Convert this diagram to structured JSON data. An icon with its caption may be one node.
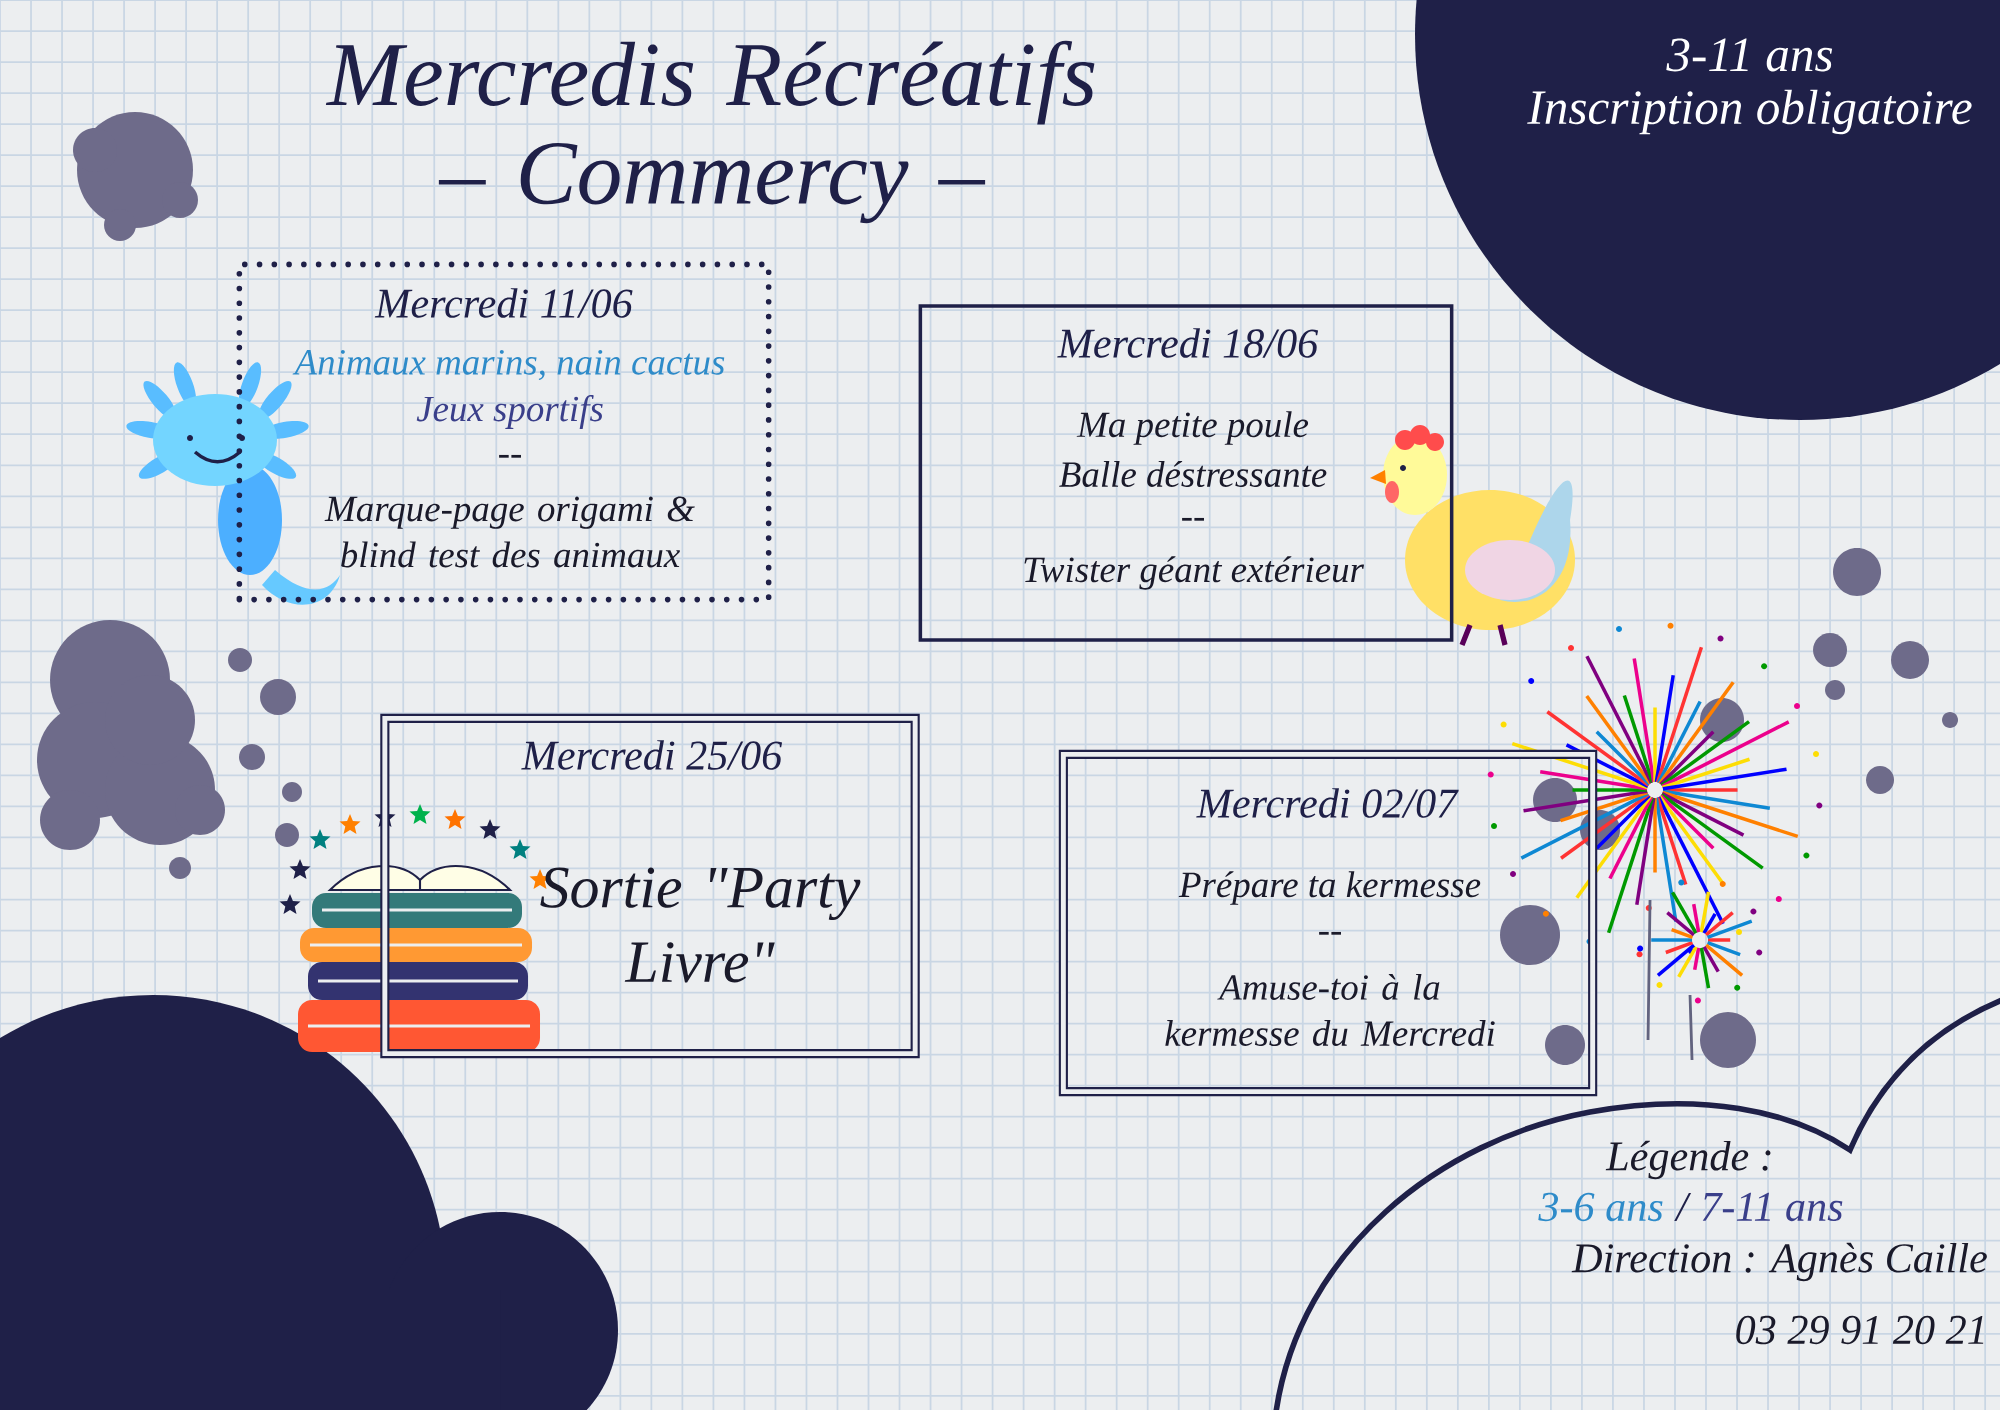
{
  "diagram": {
    "title": "Mercredis Récréatifs – Commercy –",
    "nodes": [
      {
        "text": [
          "3-11 ans",
          "Inscription obligatoire"
        ]
      },
      {
        "text": [
          "Mercredi 11/06",
          "Animaux marins, nain cactus",
          "Jeux sportifs",
          "--",
          "Marque-page origami & blind test des animaux"
        ]
      },
      {
        "text": [
          "Mercredi 18/06",
          "Ma petite poule",
          "Balle déstressante",
          "--",
          "Twister géant extérieur"
        ]
      },
      {
        "text": [
          "Mercredi 25/06",
          "Sortie \"Party Livre\""
        ]
      },
      {
        "text": [
          "Mercredi 02/07",
          "Prépare ta kermesse",
          "--",
          "Amuse-toi à la kermesse du Mercredi"
        ]
      },
      {
        "text": [
          "Légende :",
          "Direction : Agnès Caille",
          "03 29 91 20 21"
        ]
      }
    ],
    "labels": [
      "/"
    ],
    "legend": [
      {
        "text": "3-6 ans",
        "color": "#2e8bc9"
      },
      {
        "text": "7-11 ans",
        "color": "#3a3f8a"
      }
    ]
  }
}
